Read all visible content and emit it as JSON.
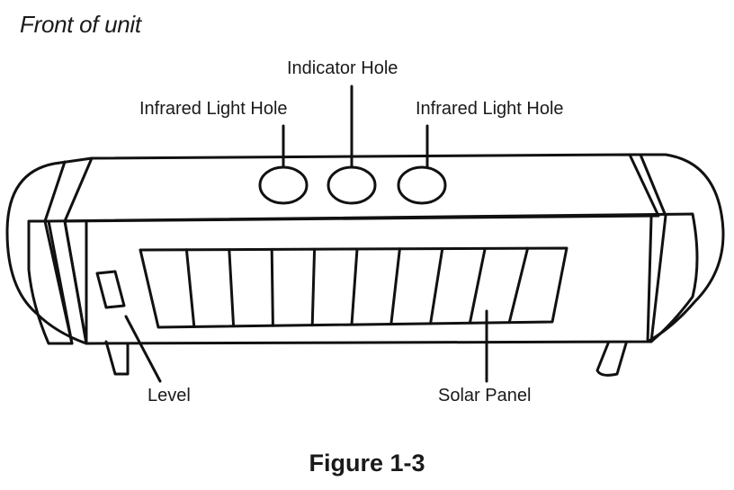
{
  "heading": "Front of unit",
  "labels": {
    "indicator_hole": "Indicator Hole",
    "infrared_left": "Infrared Light Hole",
    "infrared_right": "Infrared Light Hole",
    "level": "Level",
    "solar_panel": "Solar Panel"
  },
  "caption": "Figure 1-3",
  "solar_panel_cells": 10
}
